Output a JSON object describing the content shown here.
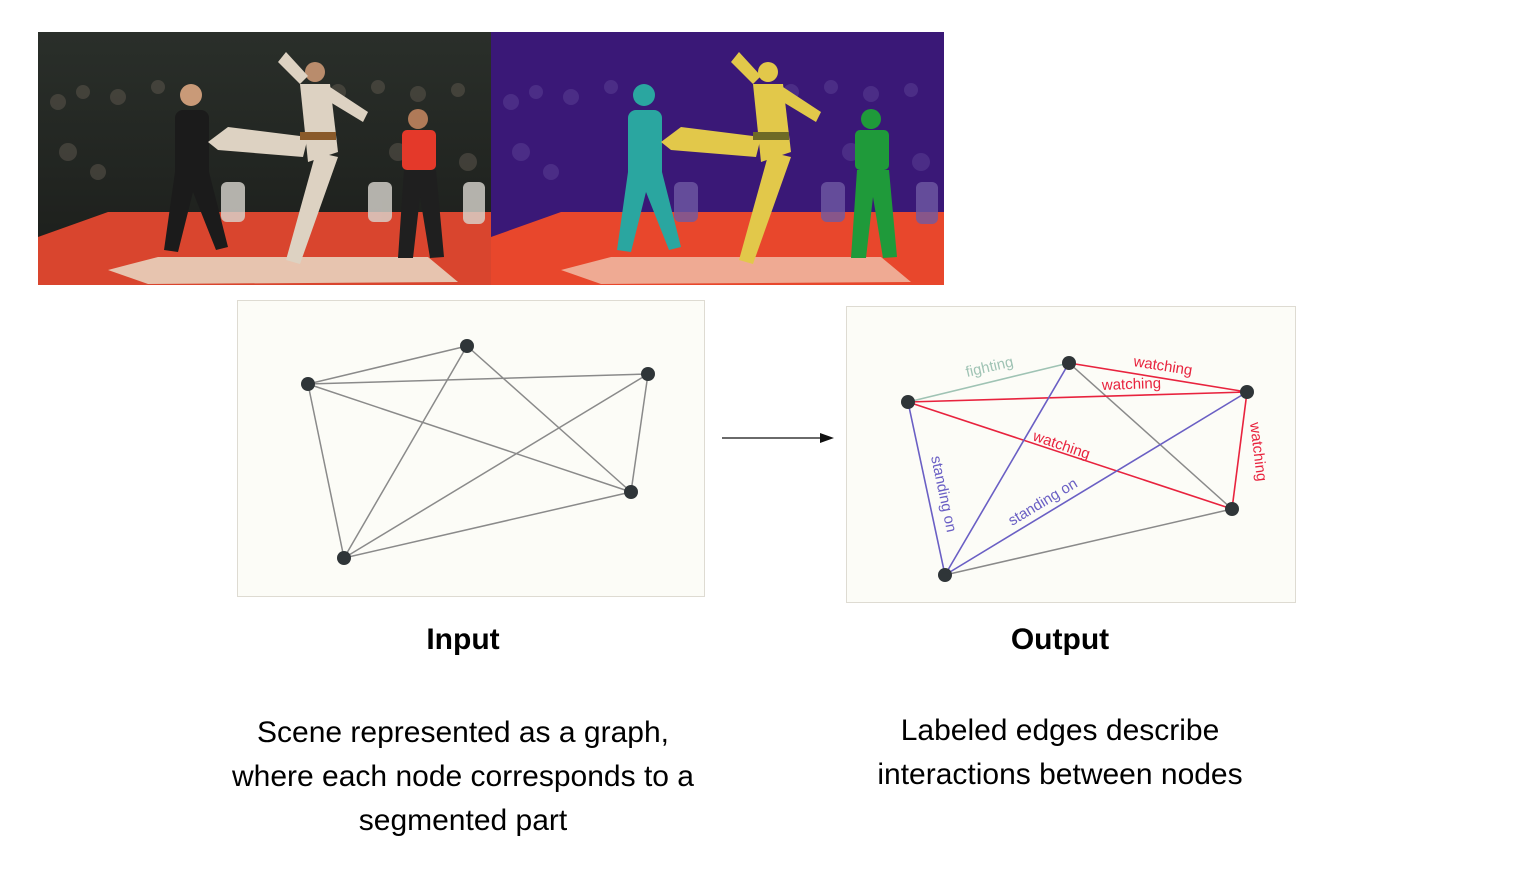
{
  "figure": {
    "input": {
      "title": "Input",
      "description_lines": [
        "Scene represented as a graph,",
        "where each node corresponds to a",
        "segmented part"
      ]
    },
    "output": {
      "title": "Output",
      "description_lines": [
        "Labeled edges describe",
        "interactions between nodes"
      ]
    },
    "output_graph": {
      "edge_labels": {
        "fighting": "fighting",
        "watching_top": "watching",
        "watching_middle": "watching",
        "watching_diagonal": "watching",
        "watching_right": "watching",
        "standing_on_left": "standing on",
        "standing_on_diagonal": "standing on"
      }
    },
    "colors": {
      "fighting_edge": "#9fc3b4",
      "watching_edge": "#e8233e",
      "standing_on_edge": "#6a5fc4",
      "plain_edge": "#8a8a8a",
      "node": "#2f3538",
      "segment_teal": "#2aa6a0",
      "segment_yellow": "#e2c84a",
      "segment_green": "#1f9a3a",
      "segment_background": "#3a1877"
    }
  }
}
